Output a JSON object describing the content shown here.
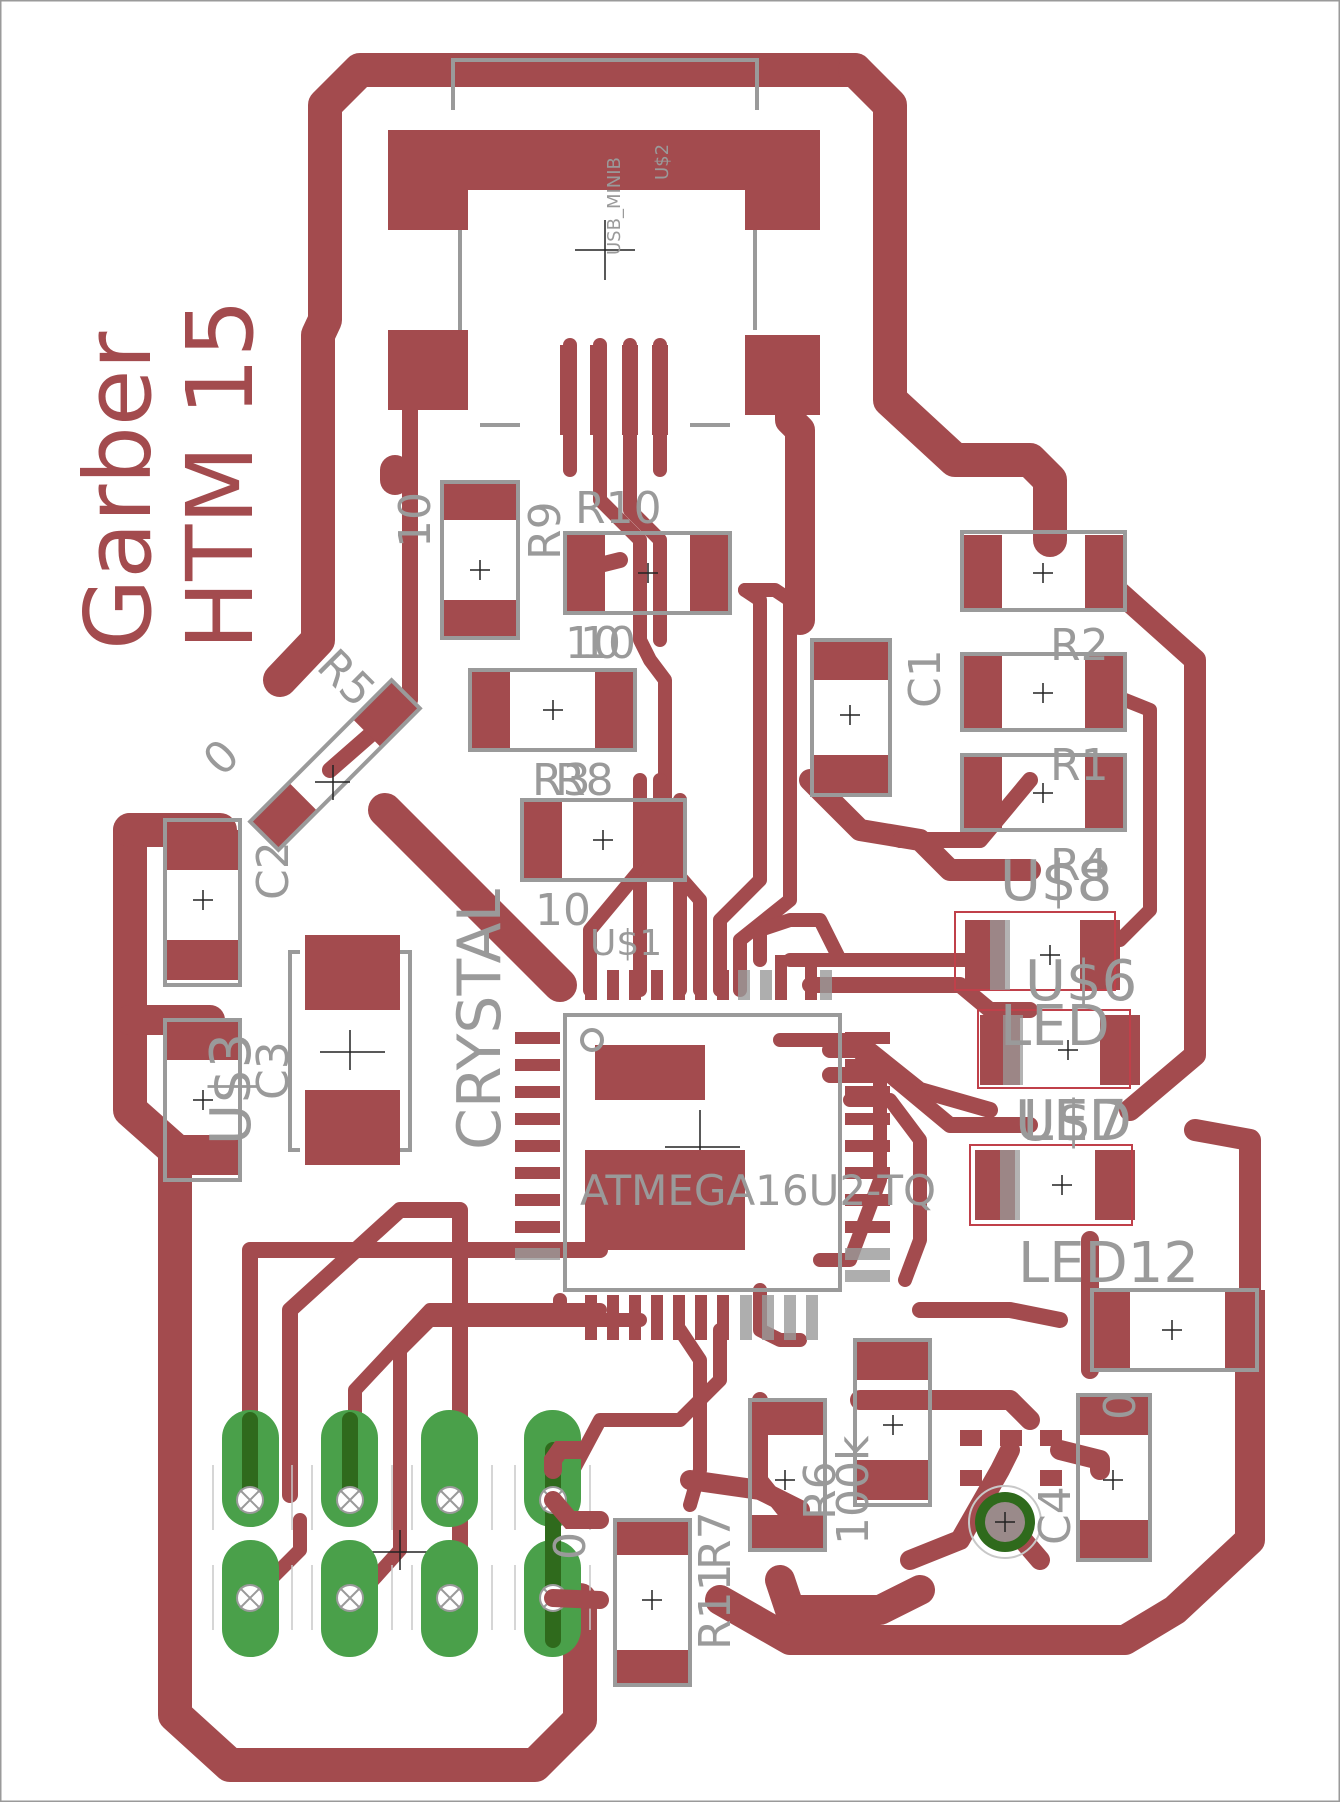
{
  "title": {
    "line1": "Garber",
    "line2": "HTM 15"
  },
  "colors": {
    "copper": "#a34b4e",
    "silk": "#9a9a9a",
    "pad_fill": "#4aa04a",
    "pad_dark": "#2f6a1c",
    "led_outline": "#c0404a",
    "background": "#ffffff"
  },
  "labels": {
    "usb": "USB_MINIB",
    "u2": "U$2",
    "r10": "R10",
    "r9": "R9",
    "r9_value": "10",
    "r10_value": "10",
    "r3": "R3",
    "r8": "R8",
    "r3_value": "10",
    "r8_value": "10",
    "r5": "R5",
    "r5_value": "0",
    "c1": "C1",
    "c2": "C2",
    "c3": "C3",
    "u3": "U$3",
    "crystal": "CRYSTAL",
    "u1": "U$1",
    "chip": "ATMEGA16U2-TQ",
    "r2": "R2",
    "r1": "R1",
    "r4": "R4",
    "u8": "U$8",
    "u6": "U$6",
    "led": "LED",
    "u7": "U$7",
    "led2": "LED",
    "led12": "LED12",
    "r6": "R6",
    "r6_value": "100k",
    "r7": "R7",
    "r11": "R11",
    "r7_value": "0",
    "c4": "C4",
    "c4_value": "0"
  }
}
